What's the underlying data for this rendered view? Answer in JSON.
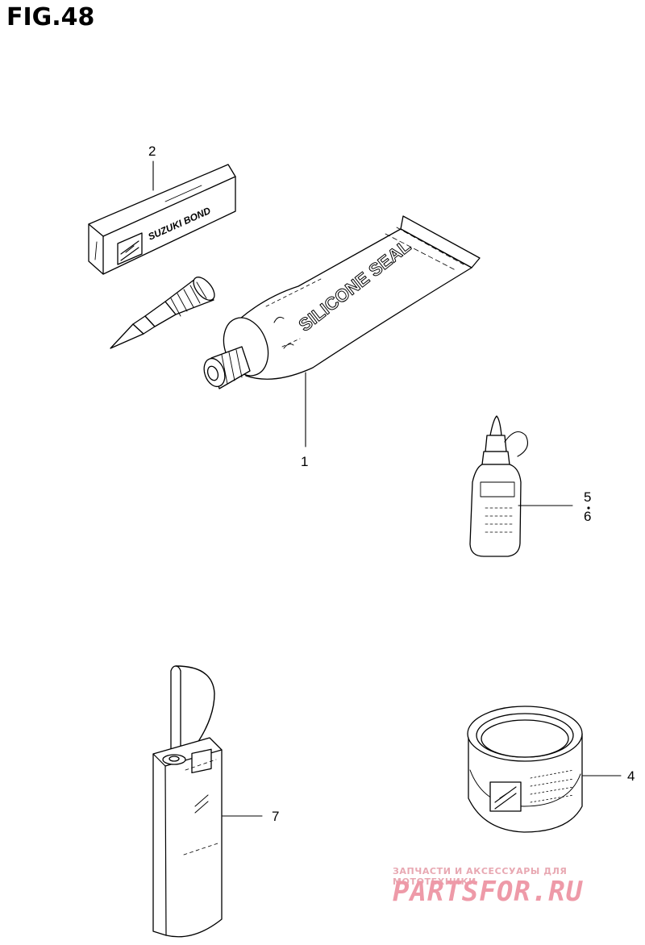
{
  "figure": {
    "title": "FIG.48"
  },
  "parts": [
    {
      "ref": "1",
      "label": "SILICONE SEAL"
    },
    {
      "ref": "2",
      "label": "SUZUKI BOND"
    },
    {
      "ref": "4"
    },
    {
      "ref": "5"
    },
    {
      "ref": "6"
    },
    {
      "ref": "7"
    }
  ],
  "watermark": {
    "tagline": "ЗАПЧАСТИ И АКСЕССУАРЫ ДЛЯ МОТОТЕХНИКИ",
    "brand": "PARTSFOR.RU",
    "color": "#ee9aa8"
  }
}
